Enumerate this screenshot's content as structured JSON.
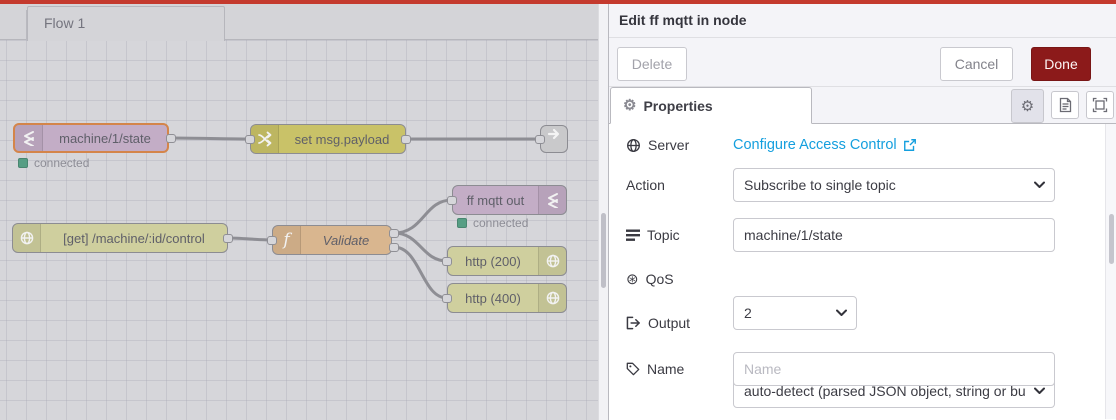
{
  "canvas": {
    "tab_label": "Flow 1",
    "nodes": [
      {
        "id": "mqtt-in",
        "label": "machine/1/state",
        "type": "mqtt in",
        "selected": true,
        "status": "connected"
      },
      {
        "id": "change",
        "label": "set msg.payload",
        "type": "change",
        "selected": false
      },
      {
        "id": "link-out",
        "label": "",
        "type": "link out",
        "selected": false
      },
      {
        "id": "http-in",
        "label": "[get] /machine/:id/control",
        "type": "http in",
        "selected": false
      },
      {
        "id": "function",
        "label": "Validate",
        "type": "function",
        "selected": false
      },
      {
        "id": "mqtt-out",
        "label": "ff mqtt out",
        "type": "mqtt out",
        "selected": false,
        "status": "connected"
      },
      {
        "id": "http-response-200",
        "label": "http (200)",
        "type": "http response",
        "selected": false
      },
      {
        "id": "http-response-400",
        "label": "http (400)",
        "type": "http response",
        "selected": false
      }
    ],
    "statuses": {
      "mqtt_in": "connected",
      "mqtt_out": "connected"
    }
  },
  "panel": {
    "title": "Edit ff mqtt in node",
    "buttons": {
      "delete": "Delete",
      "cancel": "Cancel",
      "done": "Done"
    },
    "tab_label": "Properties",
    "fields": {
      "server": {
        "label": "Server",
        "value": "Configure Access Control"
      },
      "action": {
        "label": "Action",
        "value": "Subscribe to single topic"
      },
      "topic": {
        "label": "Topic",
        "value": "machine/1/state"
      },
      "qos": {
        "label": "QoS",
        "value": "2"
      },
      "output": {
        "label": "Output",
        "value": "auto-detect (parsed JSON object, string or buffer)"
      },
      "name": {
        "label": "Name",
        "placeholder": "Name"
      }
    }
  },
  "icons": {
    "mqtt": "bridge-arrows-icon",
    "change": "shuffle-icon",
    "http": "globe-icon",
    "function": "italic-f-icon",
    "link_out": "arrow-right-icon",
    "server": "globe-icon",
    "topic": "list-icon",
    "qos": "circle-asterisk-icon",
    "output": "sign-out-icon",
    "name": "tag-icon",
    "properties": "gear-icon",
    "doc": "document-icon",
    "expand": "expand-icon",
    "external_link": "external-link-icon"
  },
  "colors": {
    "top_bar": "#c43a2e",
    "done_button": "#8c1a1a",
    "link_text": "#149fde",
    "status_green": "#569e84",
    "node_mqtt": "#c3adc6",
    "node_change": "#c9c268",
    "node_http": "#cfcf9e",
    "node_function": "#d9b68f",
    "selected_border": "#d4854a"
  }
}
